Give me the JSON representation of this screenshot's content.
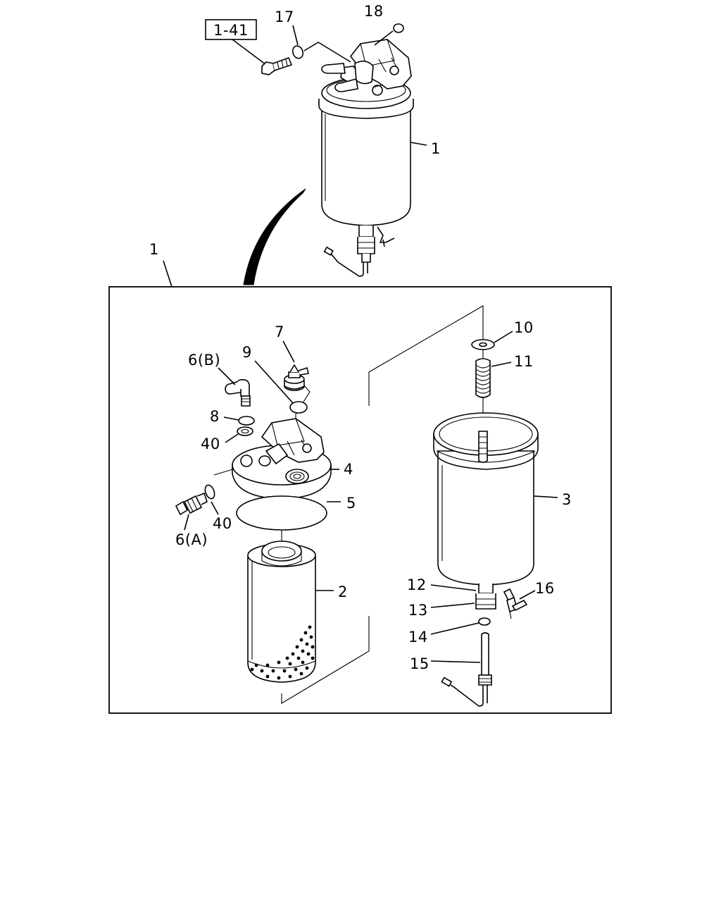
{
  "diagram": {
    "reference_tag": "1-41",
    "callouts": {
      "p1_top": "1",
      "p17": "17",
      "p18": "18",
      "p1_box": "1",
      "p10": "10",
      "p11": "11",
      "p7": "7",
      "p9": "9",
      "p6b": "6(B)",
      "p8": "8",
      "p40_upper": "40",
      "p4": "4",
      "p5": "5",
      "p40_lower": "40",
      "p6a": "6(A)",
      "p3": "3",
      "p2": "2",
      "p12": "12",
      "p13": "13",
      "p16": "16",
      "p14": "14",
      "p15": "15"
    }
  }
}
